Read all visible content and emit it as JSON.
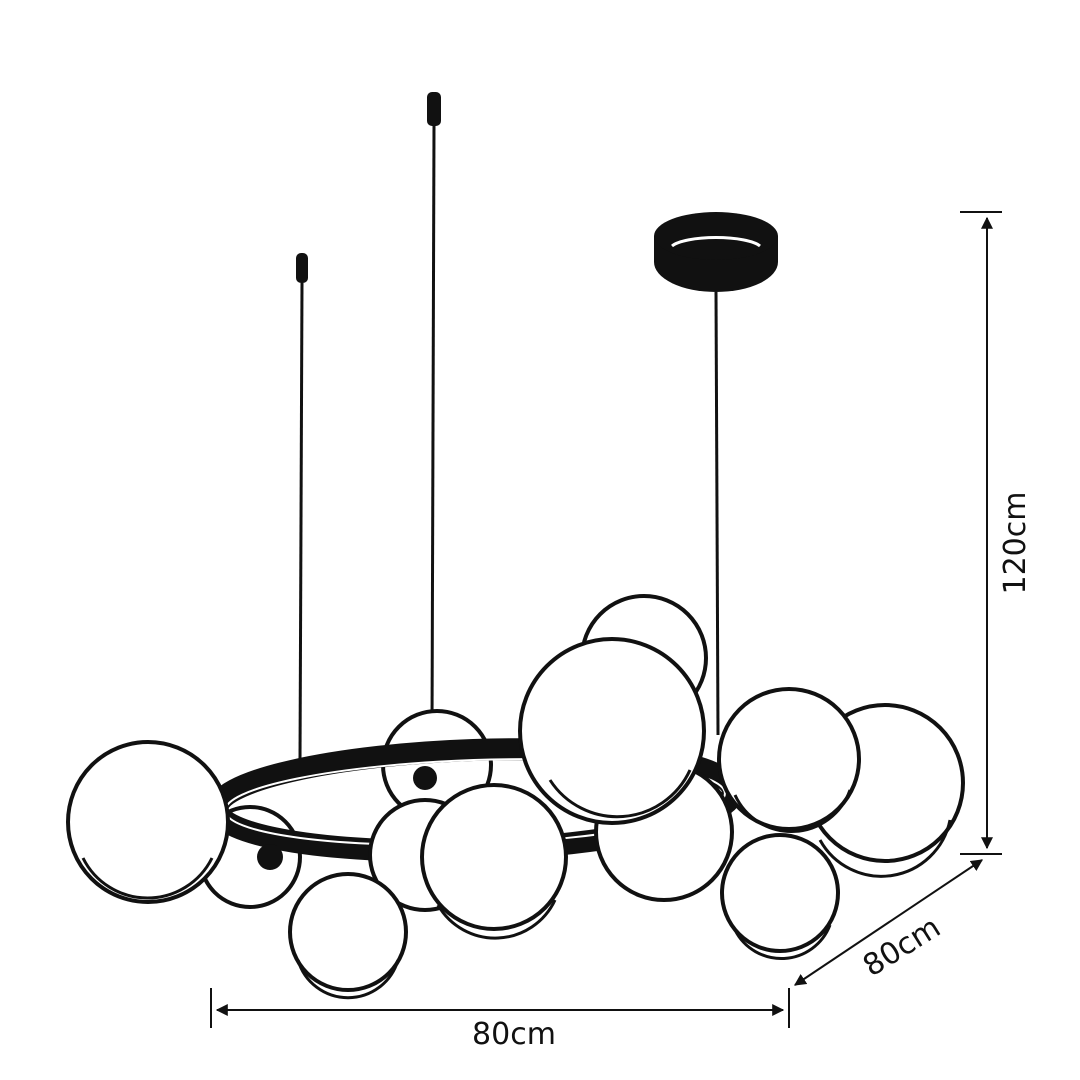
{
  "colors": {
    "line": "#111111",
    "background": "#ffffff"
  },
  "dimensions": {
    "width": "80cm",
    "depth": "80cm",
    "height": "120cm"
  }
}
